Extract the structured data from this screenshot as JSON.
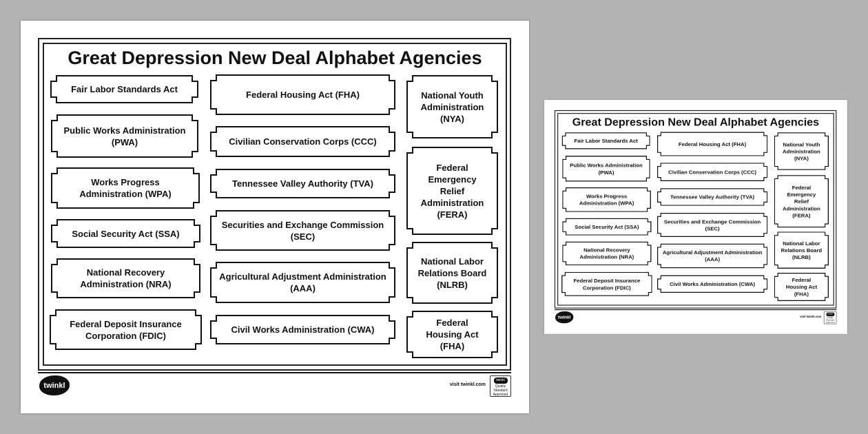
{
  "document": {
    "title": "Great Depression New Deal Alphabet Agencies",
    "columns": [
      [
        "Fair Labor Standards Act",
        "Public Works Administration (PWA)",
        "Works Progress Administration (WPA)",
        "Social Security Act (SSA)",
        "National Recovery Administration (NRA)",
        "Federal Deposit Insurance Corporation (FDIC)"
      ],
      [
        "Federal Housing Act (FHA)",
        "Civilian Conservation Corps (CCC)",
        "Tennessee Valley Authority (TVA)",
        "Securities and Exchange Commission (SEC)",
        "Agricultural Adjustment Administration (AAA)",
        "Civil Works Administration (CWA)"
      ],
      [
        "National Youth Administration (NYA)",
        "Federal Emergency Relief Administration (FERA)",
        "National Labor Relations Board (NLRB)",
        "Federal Housing Act (FHA)"
      ]
    ]
  },
  "footer": {
    "logo": "twinkl",
    "visit": "visit twinkl.com",
    "badge_logo": "twinkl",
    "badge_text": "Quality Standard Approved"
  }
}
